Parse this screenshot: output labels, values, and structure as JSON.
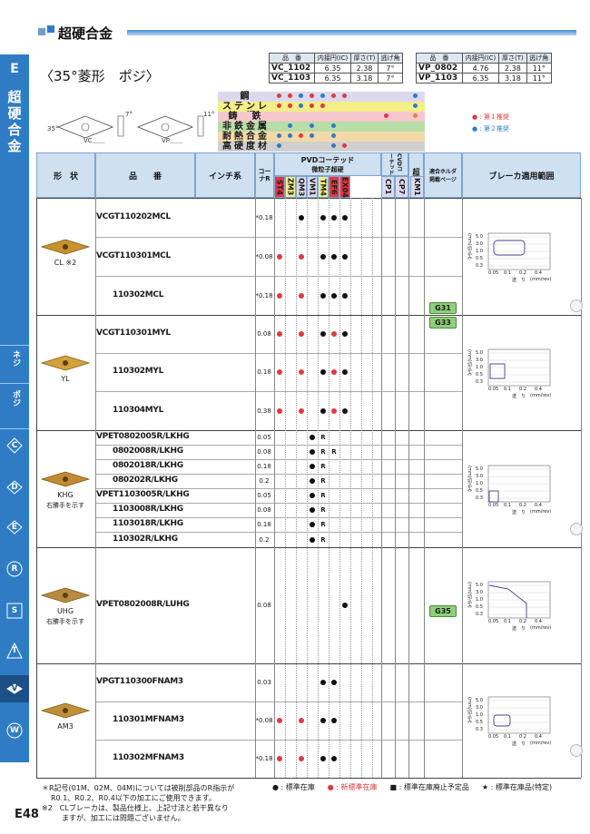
{
  "header": {
    "title": "超硬合金",
    "subtitle": "〈35°菱形　ポジ〉"
  },
  "sidebar": {
    "letter": "E",
    "vertical_title": [
      "超",
      "硬",
      "合",
      "金"
    ],
    "tab_neji": "ネジ",
    "tab_poji": "ポジ",
    "shapes": [
      "C",
      "D",
      "E",
      "R",
      "S",
      "T",
      "V",
      "W"
    ]
  },
  "spec_tables": [
    {
      "headers": [
        "品　番",
        "内接円(IC)",
        "厚さ(T)",
        "逃げ角"
      ],
      "rows": [
        [
          "VC_1102",
          "6.35",
          "2.38",
          "7°"
        ],
        [
          "VC_1103",
          "6.35",
          "3.18",
          "7°"
        ]
      ]
    },
    {
      "headers": [
        "品　番",
        "内接円(IC)",
        "厚さ(T)",
        "逃げ角"
      ],
      "rows": [
        [
          "VP_0802",
          "4.76",
          "2.38",
          "11°"
        ],
        [
          "VP_1103",
          "6.35",
          "3.18",
          "11°"
        ]
      ]
    }
  ],
  "diagram_labels": {
    "vc": "VC＿＿",
    "vp": "VP＿＿",
    "angle1": "35°",
    "angle2": "7°",
    "angle3": "11°"
  },
  "legend_top": {
    "first": "● : 第１推奨",
    "second": "● : 第２推奨"
  },
  "materials": [
    "鋼",
    "ステンレス鋼",
    "鋳　鉄",
    "非鉄金属",
    "耐熱合金",
    "高硬度材"
  ],
  "column_headers": {
    "shape": "形　状",
    "part_no": "品　　番",
    "inch": "インチ系",
    "corner_r": "コーナR",
    "pvd": "PVDコーテッド",
    "pvd_sub": "微粒子超硬",
    "cvd": "CVDコーテッド",
    "carbide": "超硬",
    "holder": "適合ホルダ掲載ページ",
    "breaker": "ブレーカ適用範囲",
    "grades": [
      "ST4",
      "ZM3",
      "QM3",
      "VM1",
      "TM4",
      "EF6",
      "EX04",
      "CP1",
      "CP7",
      "KM1"
    ]
  },
  "groups": [
    {
      "shape": "CL ※2",
      "note": "",
      "chip": "G31",
      "rows": [
        {
          "code": "VCGT110202MCL",
          "r": "*0.18"
        },
        {
          "code": "VCGT110301MCL",
          "r": "*0.08"
        },
        {
          "code": "110302MCL",
          "r": "*0.18"
        }
      ]
    },
    {
      "shape": "YL",
      "note": "",
      "chip": "G33",
      "rows": [
        {
          "code": "VCGT110301MYL",
          "r": "0.08"
        },
        {
          "code": "110302MYL",
          "r": "0.18"
        },
        {
          "code": "110304MYL",
          "r": "0.38"
        }
      ]
    },
    {
      "shape": "KHG",
      "note": "右勝手を示す",
      "chip": "",
      "rows": [
        {
          "code": "VPET0802005R/LKHG",
          "r": "0.05"
        },
        {
          "code": "0802008R/LKHG",
          "r": "0.08"
        },
        {
          "code": "0802018R/LKHG",
          "r": "0.18"
        },
        {
          "code": "080202R/LKHG",
          "r": "0.2"
        },
        {
          "code": "VPET1103005R/LKHG",
          "r": "0.05"
        },
        {
          "code": "1103008R/LKHG",
          "r": "0.08"
        },
        {
          "code": "1103018R/LKHG",
          "r": "0.18"
        },
        {
          "code": "110302R/LKHG",
          "r": "0.2"
        }
      ]
    },
    {
      "shape": "UHG",
      "note": "右勝手を示す",
      "chip": "G35",
      "rows": [
        {
          "code": "VPET0802008R/LUHG",
          "r": "0.08"
        }
      ]
    },
    {
      "shape": "AM3",
      "note": "",
      "chip": "",
      "rows": [
        {
          "code": "VPGT110300FNAM3",
          "r": "0.03"
        },
        {
          "code": "110301MFNAM3",
          "r": "*0.08"
        },
        {
          "code": "110302MFNAM3",
          "r": "*0.18"
        }
      ]
    }
  ],
  "chart_axes": {
    "y_ticks": [
      "5.0",
      "3.0",
      "1.0",
      "0.5",
      "0.3"
    ],
    "x_ticks": [
      "0.05",
      "0.1",
      "0.2",
      "0.4"
    ],
    "x_label": "送　り",
    "x_unit": "(mm/rev)",
    "y_label": "切込み",
    "y_unit": "(mm)"
  },
  "footer": {
    "note1": "＊R記号(01M、02M、04M)については被削部品のR指示が",
    "note2": "R0.1、R0.2、R0.4以下の加工にご使用できます。",
    "note3": "※2　CLブレーカは、製品仕様上、上記寸法と若干異なり",
    "note4": "ますが、加工には問題ございません。",
    "legend": [
      "● : 標準在庫",
      "● : 新標準在庫",
      "■ : 標準在庫廃止予定品",
      "★ : 標準在庫品(特定)"
    ],
    "page": "E48"
  },
  "colors": {
    "accent": "#2f7cc4",
    "red": "#e0393f",
    "green": "#8fce7a"
  }
}
